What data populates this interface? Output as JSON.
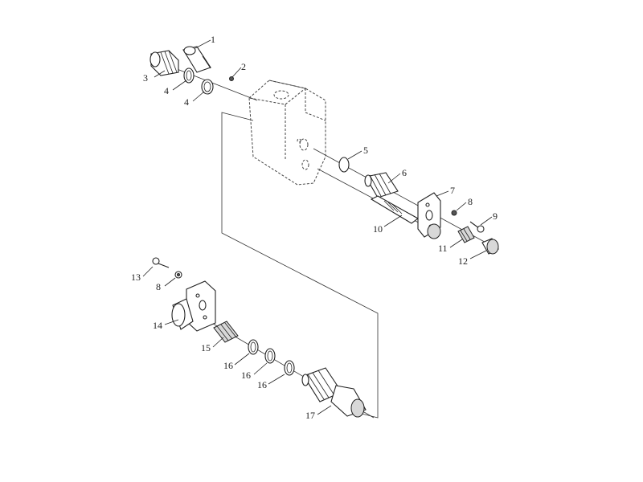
{
  "callouts": [
    {
      "id": "c1",
      "text": "1"
    },
    {
      "id": "c2",
      "text": "2"
    },
    {
      "id": "c3",
      "text": "3"
    },
    {
      "id": "c4a",
      "text": "4"
    },
    {
      "id": "c4b",
      "text": "4"
    },
    {
      "id": "c5",
      "text": "5"
    },
    {
      "id": "c6",
      "text": "6"
    },
    {
      "id": "c7",
      "text": "7"
    },
    {
      "id": "c8a",
      "text": "8"
    },
    {
      "id": "c9",
      "text": "9"
    },
    {
      "id": "c10",
      "text": "10"
    },
    {
      "id": "c11",
      "text": "11"
    },
    {
      "id": "c12",
      "text": "12"
    },
    {
      "id": "c13",
      "text": "13"
    },
    {
      "id": "c8b",
      "text": "8"
    },
    {
      "id": "c14",
      "text": "14"
    },
    {
      "id": "c15",
      "text": "15"
    },
    {
      "id": "c16a",
      "text": "16"
    },
    {
      "id": "c16b",
      "text": "16"
    },
    {
      "id": "c16c",
      "text": "16"
    },
    {
      "id": "c17",
      "text": "17"
    }
  ]
}
